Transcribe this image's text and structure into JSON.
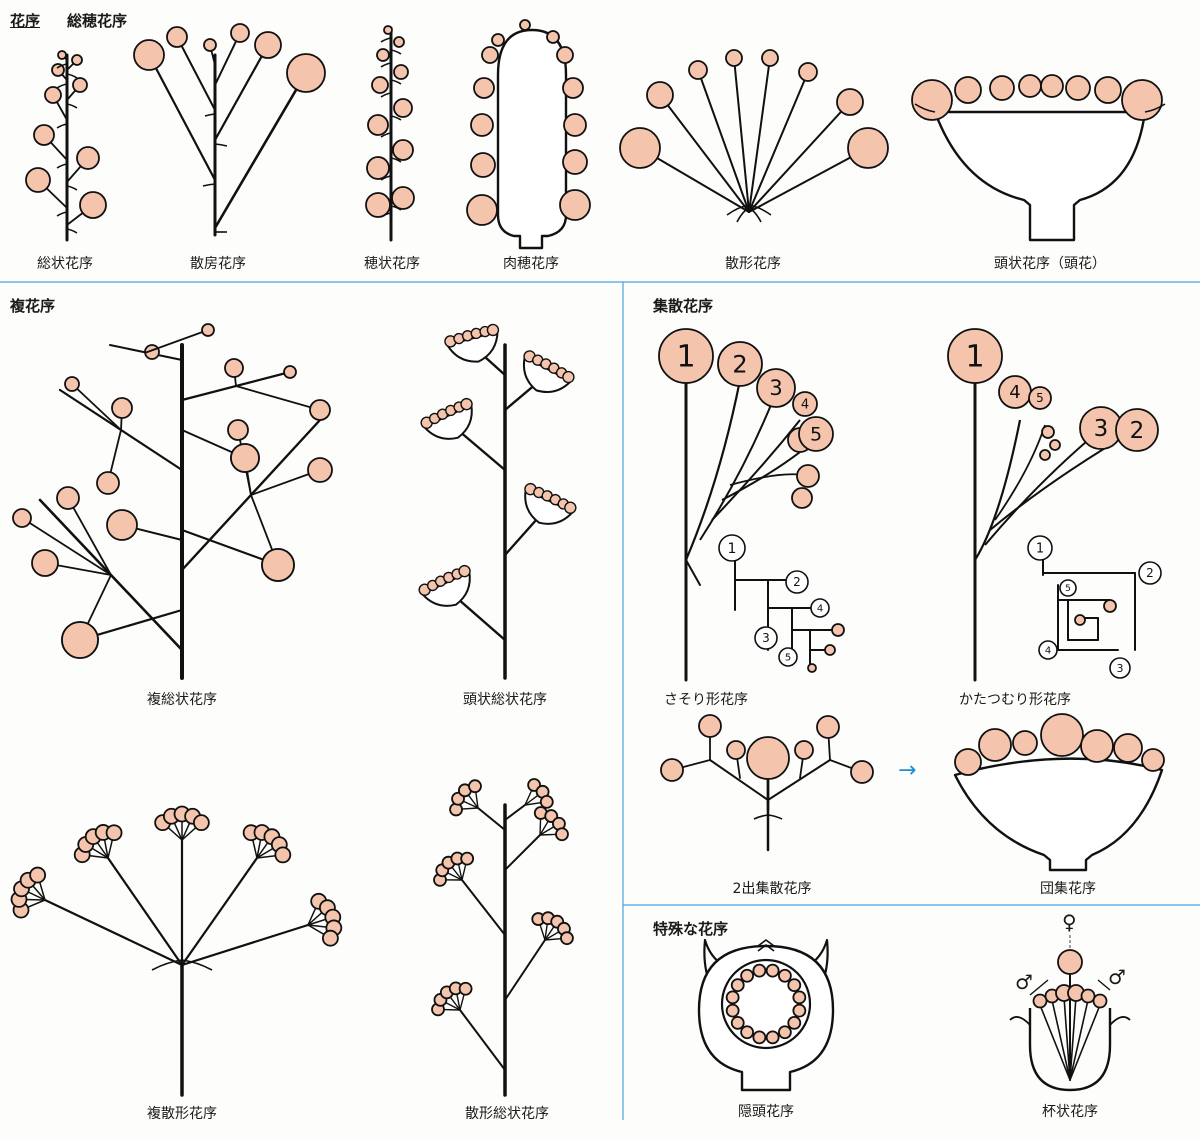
{
  "colors": {
    "flower": "#f5c4ad",
    "stroke": "#111111",
    "divider": "#4aa3df",
    "arrow": "#1e8fd6"
  },
  "headers": {
    "main": "花序",
    "simple": "総穂花序",
    "compound": "複花序",
    "cymose": "集散花序",
    "special": "特殊な花序"
  },
  "labels": {
    "raceme": "総状花序",
    "corymb": "散房花序",
    "spike": "穂状花序",
    "spadix": "肉穂花序",
    "umbel": "散形花序",
    "capitulum": "頭状花序（頭花）",
    "panicle": "複総状花序",
    "capitulum_raceme": "頭状総状花序",
    "compound_umbel": "複散形花序",
    "umbel_raceme": "散形総状花序",
    "scorpioid": "さそり形花序",
    "helicoid": "かたつむり形花序",
    "dichasium": "2出集散花序",
    "glomerule": "団集花序",
    "syconium": "隠頭花序",
    "cyathium": "杯状花序"
  },
  "symbols": {
    "female": "♀",
    "male": "♂",
    "arrow": "→"
  },
  "scorpioid_numbers": [
    "1",
    "2",
    "3",
    "4",
    "5"
  ],
  "helicoid_numbers": [
    "1",
    "4",
    "5",
    "3",
    "2"
  ],
  "scorpioid_diagram_numbers": [
    "1",
    "2",
    "4",
    "3",
    "5"
  ],
  "helicoid_diagram_numbers": [
    "1",
    "2",
    "5",
    "4",
    "3"
  ]
}
